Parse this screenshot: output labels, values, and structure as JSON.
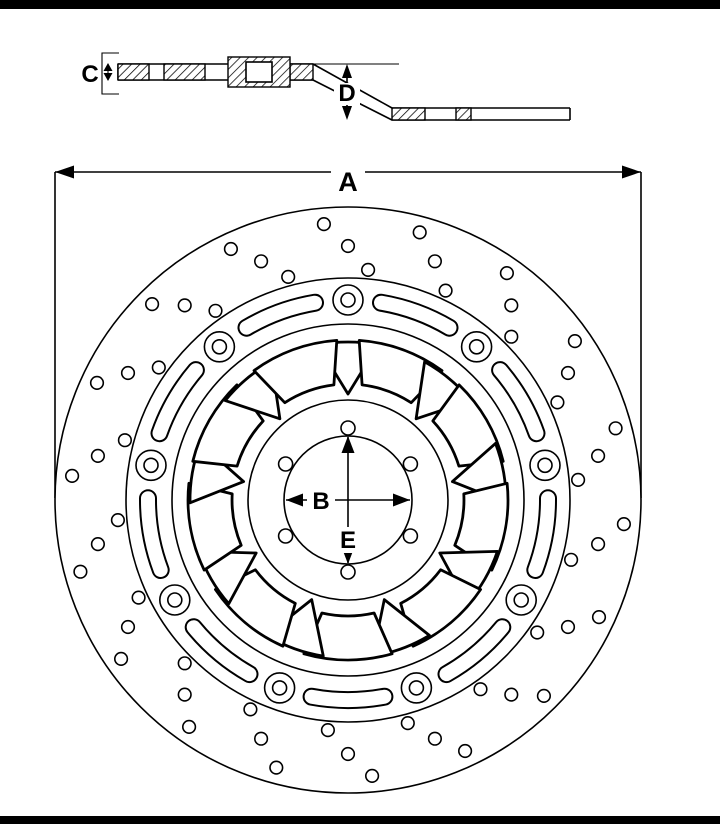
{
  "labels": {
    "a": "A",
    "b": "B",
    "c": "C",
    "d": "D",
    "e": "E"
  },
  "colors": {
    "line": "#000000",
    "background": "#ffffff",
    "frame_bar": "#000000"
  }
}
